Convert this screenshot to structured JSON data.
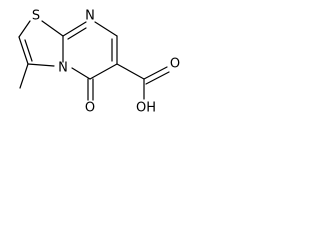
{
  "molecule": {
    "atoms": {
      "sulfur": "S",
      "ring_nitrogen_top": "N",
      "ring_nitrogen_bridge": "N",
      "keto_oxygen": "O",
      "acid_oxygen_double": "O",
      "acid_hydroxyl": "OH"
    }
  },
  "colors": {
    "bond": "#000000",
    "label": "#000000",
    "background": "#ffffff"
  }
}
